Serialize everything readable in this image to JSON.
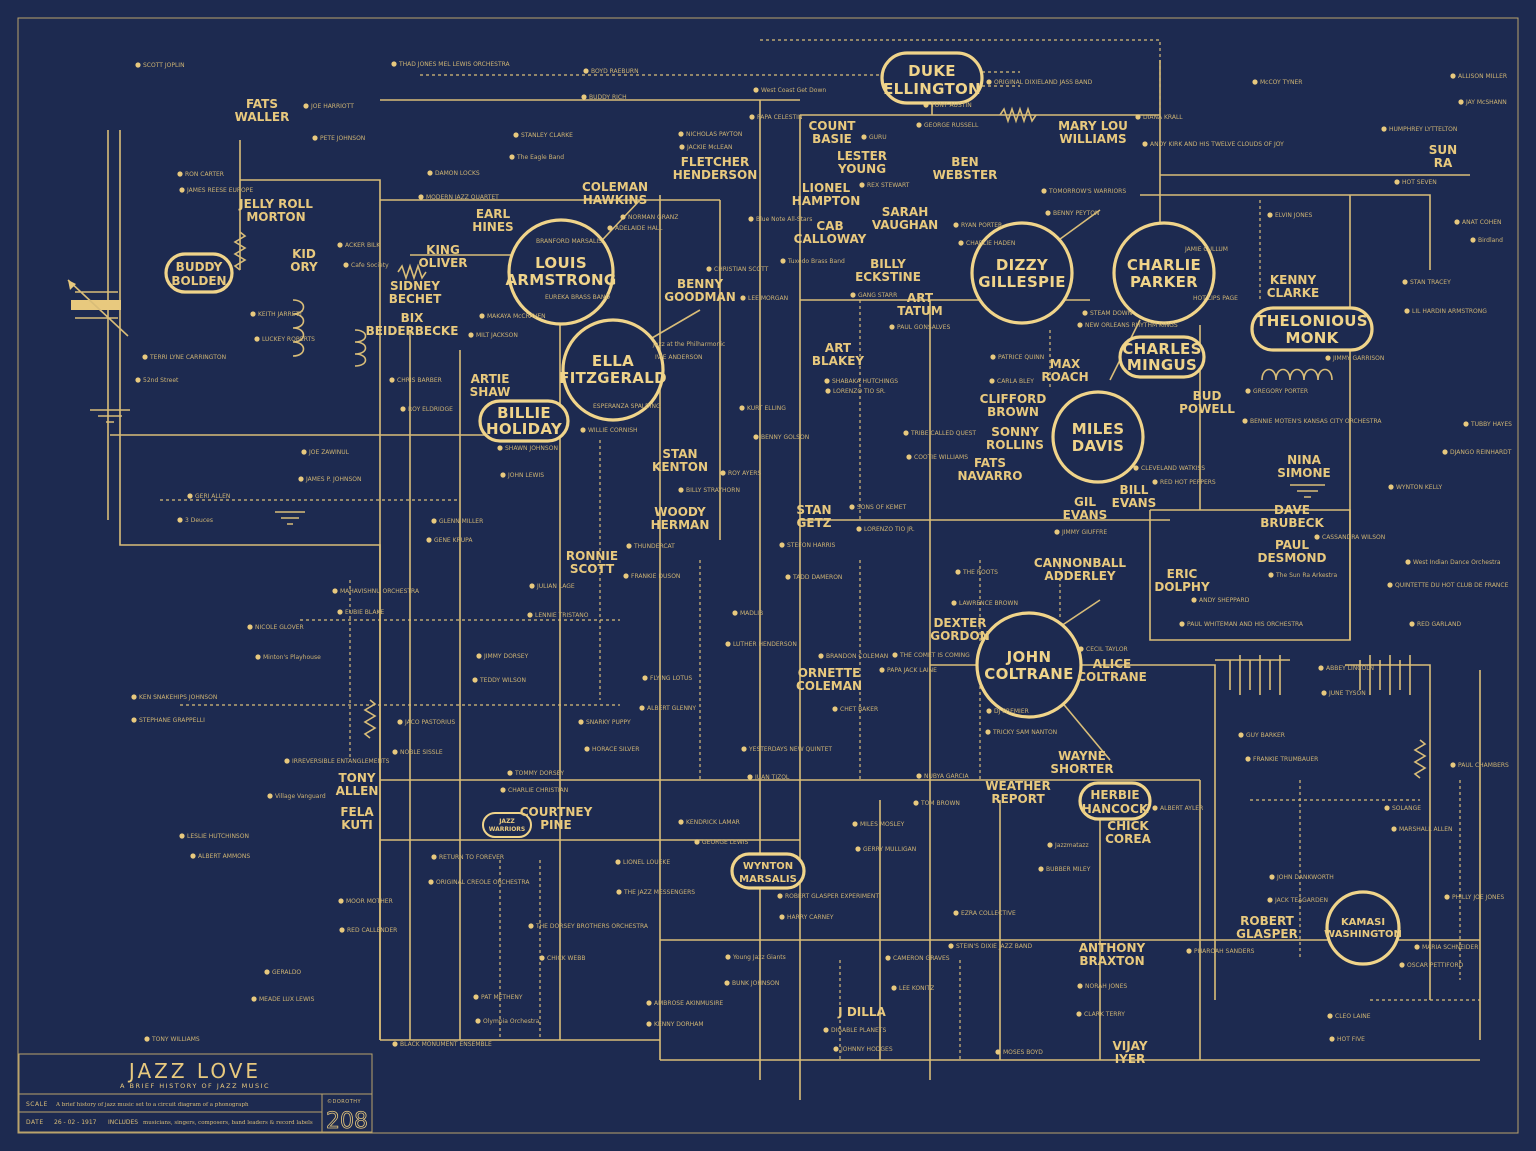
{
  "title_block": {
    "title": "JAZZ LOVE",
    "subtitle": "A BRIEF HISTORY OF JAZZ MUSIC",
    "scale_key": "SCALE",
    "scale_value": "A brief history of jazz music set to a circuit diagram of a phonograph",
    "date_key": "DATE",
    "date_value": "26 - 02 - 1917",
    "includes_key": "INCLUDES",
    "includes_value": "musicians, singers, composers, band leaders & record labels",
    "brand": "©DOROTHY",
    "number": "208"
  },
  "colors": {
    "background": "#1d2a50",
    "ink": "#e8c97e"
  },
  "major_nodes": [
    {
      "l1": "DUKE",
      "l2": "ELLINGTON"
    },
    {
      "l1": "LOUIS",
      "l2": "ARMSTRONG"
    },
    {
      "l1": "ELLA",
      "l2": "FITZGERALD"
    },
    {
      "l1": "BILLIE",
      "l2": "HOLIDAY"
    },
    {
      "l1": "BUDDY",
      "l2": "BOLDEN"
    },
    {
      "l1": "DIZZY",
      "l2": "GILLESPIE"
    },
    {
      "l1": "CHARLIE",
      "l2": "PARKER"
    },
    {
      "l1": "THELONIOUS",
      "l2": "MONK"
    },
    {
      "l1": "CHARLES",
      "l2": "MINGUS"
    },
    {
      "l1": "MILES",
      "l2": "DAVIS"
    },
    {
      "l1": "JOHN",
      "l2": "COLTRANE"
    },
    {
      "l1": "HERBIE",
      "l2": "HANCOCK"
    },
    {
      "l1": "WYNTON",
      "l2": "MARSALIS"
    },
    {
      "l1": "KAMASI",
      "l2": "WASHINGTON"
    },
    {
      "l1": "JAZZ",
      "l2": "WARRIORS"
    }
  ],
  "artists": [
    {
      "l1": "FATS",
      "l2": "WALLER"
    },
    {
      "l1": "JELLY ROLL",
      "l2": "MORTON"
    },
    {
      "l1": "KID",
      "l2": "ORY"
    },
    {
      "l1": "KING",
      "l2": "OLIVER"
    },
    {
      "l1": "SIDNEY",
      "l2": "BECHET"
    },
    {
      "l1": "BIX",
      "l2": "BEIDERBECKE"
    },
    {
      "l1": "COLEMAN",
      "l2": "HAWKINS"
    },
    {
      "l1": "EARL",
      "l2": "HINES"
    },
    {
      "l1": "FLETCHER",
      "l2": "HENDERSON"
    },
    {
      "l1": "COUNT",
      "l2": "BASIE"
    },
    {
      "l1": "BENNY",
      "l2": "GOODMAN"
    },
    {
      "l1": "LESTER",
      "l2": "YOUNG"
    },
    {
      "l1": "BEN",
      "l2": "WEBSTER"
    },
    {
      "l1": "MARY LOU",
      "l2": "WILLIAMS"
    },
    {
      "l1": "SUN",
      "l2": "RA"
    },
    {
      "l1": "KENNY",
      "l2": "CLARKE"
    },
    {
      "l1": "BUD",
      "l2": "POWELL"
    },
    {
      "l1": "NINA",
      "l2": "SIMONE"
    },
    {
      "l1": "ART",
      "l2": "TATUM"
    },
    {
      "l1": "ART",
      "l2": "BLAKEY"
    },
    {
      "l1": "MAX",
      "l2": "ROACH"
    },
    {
      "l1": "CLIFFORD",
      "l2": "BROWN"
    },
    {
      "l1": "GIL",
      "l2": "EVANS"
    },
    {
      "l1": "BILL",
      "l2": "EVANS"
    },
    {
      "l1": "DAVE",
      "l2": "BRUBECK"
    },
    {
      "l1": "PAUL",
      "l2": "DESMOND"
    },
    {
      "l1": "ERIC",
      "l2": "DOLPHY"
    },
    {
      "l1": "CANNONBALL",
      "l2": "ADDERLEY"
    },
    {
      "l1": "DEXTER",
      "l2": "GORDON"
    },
    {
      "l1": "ORNETTE",
      "l2": "COLEMAN"
    },
    {
      "l1": "ALICE",
      "l2": "COLTRANE"
    },
    {
      "l1": "WAYNE",
      "l2": "SHORTER"
    },
    {
      "l1": "ROBERT",
      "l2": "GLASPER"
    },
    {
      "l1": "ANTHONY",
      "l2": "BRAXTON"
    },
    {
      "l1": "LIONEL",
      "l2": "HAMPTON"
    },
    {
      "l1": "CAB",
      "l2": "CALLOWAY"
    },
    {
      "l1": "SARAH",
      "l2": "VAUGHAN"
    },
    {
      "l1": "STAN",
      "l2": "GETZ"
    },
    {
      "l1": "SONNY",
      "l2": "ROLLINS"
    },
    {
      "l1": "CHICK",
      "l2": "COREA"
    },
    {
      "l1": "FATS",
      "l2": "NAVARRO"
    },
    {
      "l1": "BILLY",
      "l2": "ECKSTINE"
    },
    {
      "l1": "WEATHER",
      "l2": "REPORT"
    },
    {
      "l1": "RONNIE",
      "l2": "SCOTT"
    },
    {
      "l1": "J DILLA",
      "l2": ""
    },
    {
      "l1": "VIJAY",
      "l2": "IYER"
    },
    {
      "l1": "TONY",
      "l2": "ALLEN"
    },
    {
      "l1": "FELA",
      "l2": "KUTI"
    },
    {
      "l1": "COURTNEY",
      "l2": "PINE"
    },
    {
      "l1": "STAN",
      "l2": "KENTON"
    },
    {
      "l1": "WOODY",
      "l2": "HERMAN"
    },
    {
      "l1": "ARTIE",
      "l2": "SHAW"
    }
  ],
  "minor_labels": [
    "SCOTT JOPLIN",
    "JAMES REESE EUROPE",
    "LUCKEY ROBERTS",
    "JAMES P. JOHNSON",
    "EUBIE BLAKE",
    "NOBLE SISSLE",
    "ORIGINAL CREOLE ORCHESTRA",
    "Olympia Orchestra",
    "The Eagle Band",
    "EUREKA BRASS BAND",
    "WILLIE CORNISH",
    "FRANKIE DUSON",
    "ALBERT GLENNY",
    "GEORGE LEWIS",
    "BUNK JOHNSON",
    "PAPA CELESTIN",
    "Tuxedo Brass Band",
    "LORENZO TIO SR.",
    "LORENZO TIO JR.",
    "PAPA JACK LAINE",
    "TOM BROWN",
    "STEIN'S DIXIE JAZZ BAND",
    "ORIGINAL DIXIELAND JASS BAND",
    "BENNY PEYTON",
    "NEW ORLEANS RHYTHM KINGS",
    "RED HOT PEPPERS",
    "PAUL WHITEMAN AND HIS ORCHESTRA",
    "FRANKIE TRUMBAUER",
    "JACK TEAGARDEN",
    "HOT FIVE",
    "HOT SEVEN",
    "LIL HARDIN ARMSTRONG",
    "DJANGO REINHARDT",
    "QUINTETTE DU HOT CLUB DE FRANCE",
    "STEPHANE GRAPPELLI",
    "ALBERT AMMONS",
    "MEADE LUX LEWIS",
    "PETE JOHNSON",
    "Cafe Society",
    "ROY ELDRIDGE",
    "GENE KRUPA",
    "TEDDY WILSON",
    "CHARLIE CHRISTIAN",
    "CHICK WEBB",
    "BUDDY RICH",
    "ADELAIDE HALL",
    "IVIE ANDERSON",
    "BILLY STRAYHORN",
    "LUTHER HENDERSON",
    "JUAN TIZOL",
    "HARRY CARNEY",
    "JOHNNY HODGES",
    "REX STEWART",
    "PAUL GONSALVES",
    "COOTIE WILLIAMS",
    "LAWRENCE BROWN",
    "TRICKY SAM NANTON",
    "BUBBER MILEY",
    "CLARK TERRY",
    "ANDY KIRK AND HIS TWELVE CLOUDS OF JOY",
    "HOT LIPS PAGE",
    "BENNIE MOTEN'S KANSAS CITY ORCHESTRA",
    "The Sun Ra Arkestra",
    "JUNE TYSON",
    "MARSHALL ALLEN",
    "OSCAR PETTIFORD",
    "JAY McSHANN",
    "Birdland",
    "52nd Street",
    "3 Deuces",
    "Minton's Playhouse",
    "Village Vanguard",
    "RED CALLENDER",
    "THAD JONES MEL LEWIS ORCHESTRA",
    "MODERN JAZZ QUARTET",
    "MILT JACKSON",
    "JOHN LEWIS",
    "LENNIE TRISTANO",
    "HORACE SILVER",
    "THE JAZZ MESSENGERS",
    "KENNY DORHAM",
    "JACKIE McLEAN",
    "LEE MORGAN",
    "BENNY GOLSON",
    "TADD DAMERON",
    "CHET BAKER",
    "GERRY MULLIGAN",
    "LEE KONITZ",
    "GEORGE RUSSELL",
    "CHARLIE HADEN",
    "CARLA BLEY",
    "JIMMY GIUFFRE",
    "CECIL TAYLOR",
    "ALBERT AYLER",
    "PHAROAH SANDERS",
    "McCOY TYNER",
    "ELVIN JONES",
    "JIMMY GARRISON",
    "WYNTON KELLY",
    "RED GARLAND",
    "PAUL CHAMBERS",
    "PHILLY JOE JONES",
    "TONY WILLIAMS",
    "RON CARTER",
    "KEITH JARRETT",
    "JOE ZAWINUL",
    "MAHAVISHNU ORCHESTRA",
    "JACO PASTORIUS",
    "RETURN TO FOREVER",
    "PAT METHENY",
    "STANLEY CLARKE",
    "BRANFORD MARSALIS",
    "ESPERANZA SPALDING",
    "THUNDERCAT",
    "FLYING LOTUS",
    "KENDRICK LAMAR",
    "Young Jazz Giants",
    "West Coast Get Down",
    "Blue Note All-Stars",
    "SHABAKA HUTCHINGS",
    "SONS OF KEMET",
    "THE COMET IS COMING",
    "NUBYA GARCIA",
    "EZRA COLLECTIVE",
    "MOSES BOYD",
    "TOMORROW'S WARRIORS",
    "STEAM DOWN",
    "CLEVELAND WATKISS",
    "ANDY SHEPPARD",
    "GUY BARKER",
    "JOHN DANKWORTH",
    "CLEO LAINE",
    "HUMPHREY LYTTELTON",
    "STAN TRACEY",
    "TUBBY HAYES",
    "West Indian Dance Orchestra",
    "KEN SNAKEHIPS JOHNSON",
    "LESLIE HUTCHINSON",
    "GERALDO",
    "JOE HARRIOTT",
    "ACKER BILK",
    "CHRIS BARBER",
    "GLENN MILLER",
    "JIMMY DORSEY",
    "TOMMY DORSEY",
    "THE DORSEY BROTHERS ORCHESTRA",
    "BOYD RAEBURN",
    "NORMAN GRANZ",
    "Jazz at the Philharmonic",
    "ROY AYERS",
    "MADLIB",
    "YESTERDAYS NEW QUINTET",
    "ROBERT GLASPER EXPERIMENT",
    "DIGABLE PLANETS",
    "GURU",
    "GANG STARR",
    "TRIBE CALLED QUEST",
    "THE ROOTS",
    "DJ PREMIER",
    "Jazzmatazz",
    "NORAH JONES",
    "DIANA KRALL",
    "JAMIE CULLUM",
    "GREGORY PORTER",
    "CASSANDRA WILSON",
    "ABBEY LINCOLN",
    "SOLANGE",
    "MARIA SCHNEIDER",
    "ALLISON MILLER",
    "ANAT COHEN",
    "TERRI LYNE CARRINGTON",
    "GERI ALLEN",
    "NICOLE GLOVER",
    "IRREVERSIBLE ENTANGLEMENTS",
    "MOOR MOTHER",
    "BLACK MONUMENT ENSEMBLE",
    "DAMON LOCKS",
    "MAKAYA McCRAVEN",
    "SHAWN JOHNSON",
    "JULIAN LAGE",
    "SNARKY PUPPY",
    "LIONEL LOUEKE",
    "AMBROSE AKINMUSIRE",
    "NICHOLAS PAYTON",
    "CHRISTIAN SCOTT",
    "KURT ELLING",
    "STEFON HARRIS",
    "BRANDON COLEMAN",
    "MILES MOSLEY",
    "CAMERON GRAVES",
    "TONY AUSTIN",
    "RYAN PORTER",
    "PATRICE QUINN"
  ]
}
